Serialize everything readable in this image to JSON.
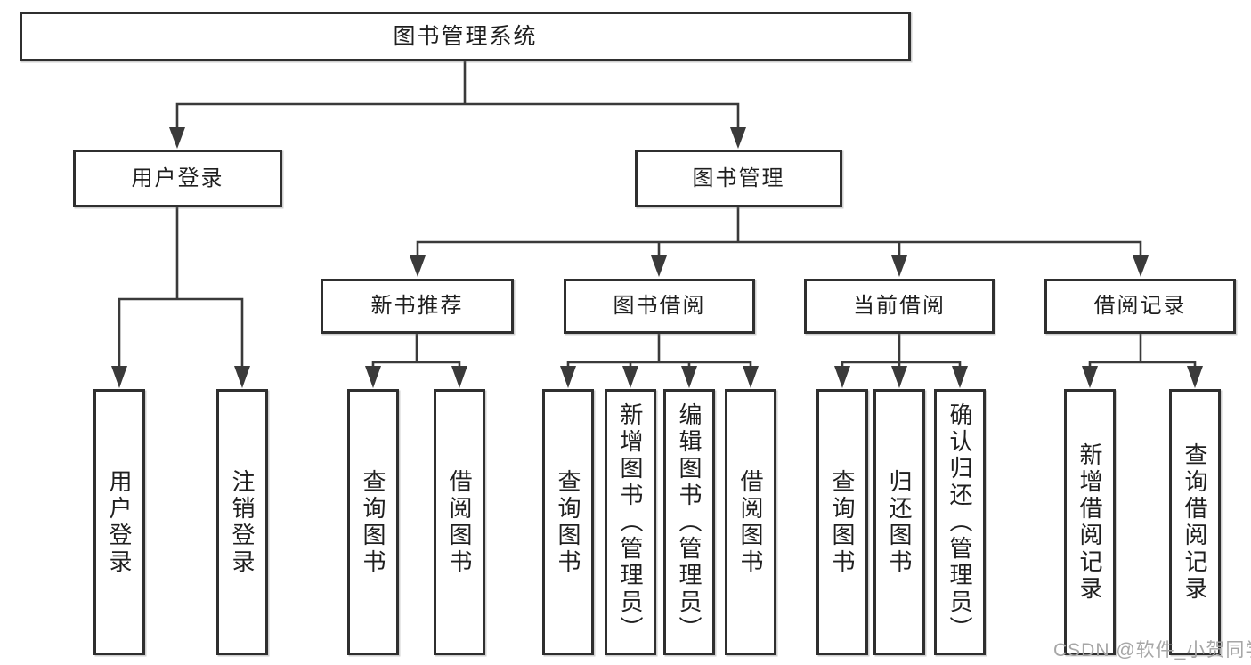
{
  "title": "图书管理系统",
  "level2": {
    "user_login": "用户登录",
    "book_management": "图书管理"
  },
  "level3": {
    "new_books": "新书推荐",
    "book_borrowing": "图书借阅",
    "current_borrowing": "当前借阅",
    "borrowing_records": "借阅记录"
  },
  "leaves": {
    "login": [
      "用户登录",
      "注销登录"
    ],
    "new_books": [
      "查询图书",
      "借阅图书"
    ],
    "book_borrowing": [
      "查询图书",
      "新增图书（管理员）",
      "编辑图书（管理员）",
      "借阅图书"
    ],
    "current_borrowing": [
      "查询图书",
      "归还图书",
      "确认归还（管理员）"
    ],
    "borrowing_records": [
      "新增借阅记录",
      "查询借阅记录"
    ]
  },
  "watermark": "CSDN @软件_小贺同学",
  "colors": {
    "border": "#2f2f2f",
    "line": "#3a3a3a",
    "text": "#1f1f1f",
    "watermark": "#a6a6a6",
    "background": "#ffffff"
  }
}
